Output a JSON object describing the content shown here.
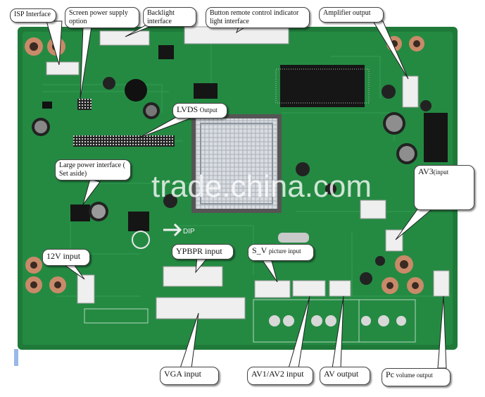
{
  "watermark": "trade.china.com",
  "labels": {
    "isp_interface": "ISP Interface",
    "screen_power_supply": "Screen power supply option",
    "backlight_interface": "Backlight interface",
    "button_remote_control": "Button remote control indicator light interface",
    "amplifier_output": "Amplifier output",
    "lvds_main": "LVDS",
    "lvds_sub": "Output",
    "large_power_interface": "Large power interface ( Set aside)",
    "av3_main": "AV3",
    "av3_sub": "(input",
    "twelve_v_input": "12V input",
    "ypbpr_input": "YPBPR input",
    "sv_main": "S_V",
    "sv_sub": "picture input",
    "vga_input": "VGA input",
    "av1_av2_input": "AV1/AV2 input",
    "av_output": "AV output",
    "pc_main": "Pc",
    "pc_sub": "volume output"
  },
  "colors": {
    "board_green": "#248a42",
    "callout_bg": "#ffffff"
  }
}
